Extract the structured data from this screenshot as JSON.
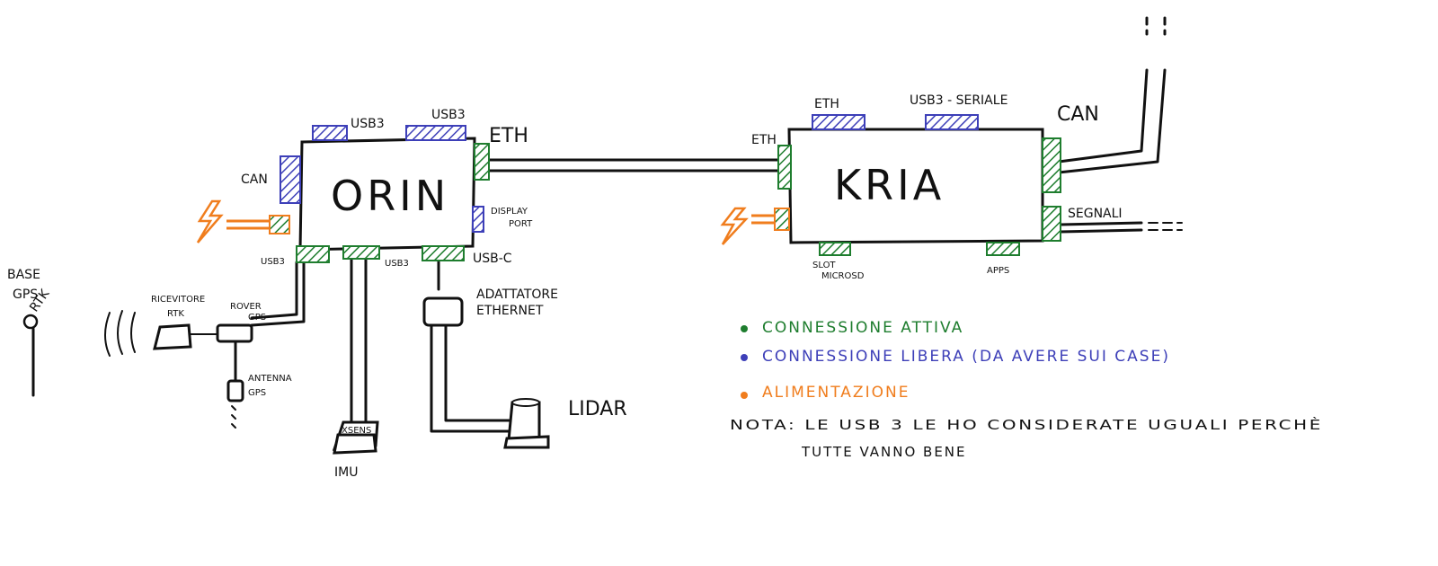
{
  "colors": {
    "active": "#1e7d2e",
    "free": "#3d3fb8",
    "power": "#f07d1d",
    "ink": "#111111"
  },
  "orin": {
    "title": "ORIN",
    "port_usb3_top_left": "USB3",
    "port_usb3_top_right": "USB3",
    "port_eth": "ETH",
    "port_can": "CAN",
    "port_display_line1": "DISPLAY",
    "port_display_line2": "PORT",
    "port_usb3_bottom_left": "USB3",
    "port_usb3_bottom_mid": "USB3",
    "port_usbc": "USB-C"
  },
  "kria": {
    "title": "KRIA",
    "port_eth_left": "ETH",
    "port_eth_top": "ETH",
    "port_usb3_serial": "USB3 - SERIALE",
    "port_can": "CAN",
    "port_segnali": "SEGNALI",
    "port_slot_line1": "SLOT",
    "port_slot_line2": "MICROSD",
    "port_apps": "APPS"
  },
  "peripherals": {
    "base_gps_line1": "BASE",
    "base_gps_line2": "GPS",
    "base_gps_line3": "RTK",
    "ricevitore_line1": "RICEVITORE",
    "ricevitore_line2": "RTK",
    "rover_line1": "ROVER",
    "rover_line2": "GPS",
    "antenna_line1": "ANTENNA",
    "antenna_line2": "GPS",
    "adattatore_line1": "ADATTATORE",
    "adattatore_line2": "ETHERNET",
    "lidar": "LIDAR",
    "imu": "IMU",
    "imu_chip": "XSENS"
  },
  "legend": {
    "active": "CONNESSIONE ATTIVA",
    "free": "CONNESSIONE LIBERA (DA AVERE SUI CASE)",
    "power": "ALIMENTAZIONE"
  },
  "note": {
    "line1": "NOTA: LE USB 3 LE HO CONSIDERATE UGUALI PERCHÈ",
    "line2": "TUTTE VANNO BENE"
  }
}
